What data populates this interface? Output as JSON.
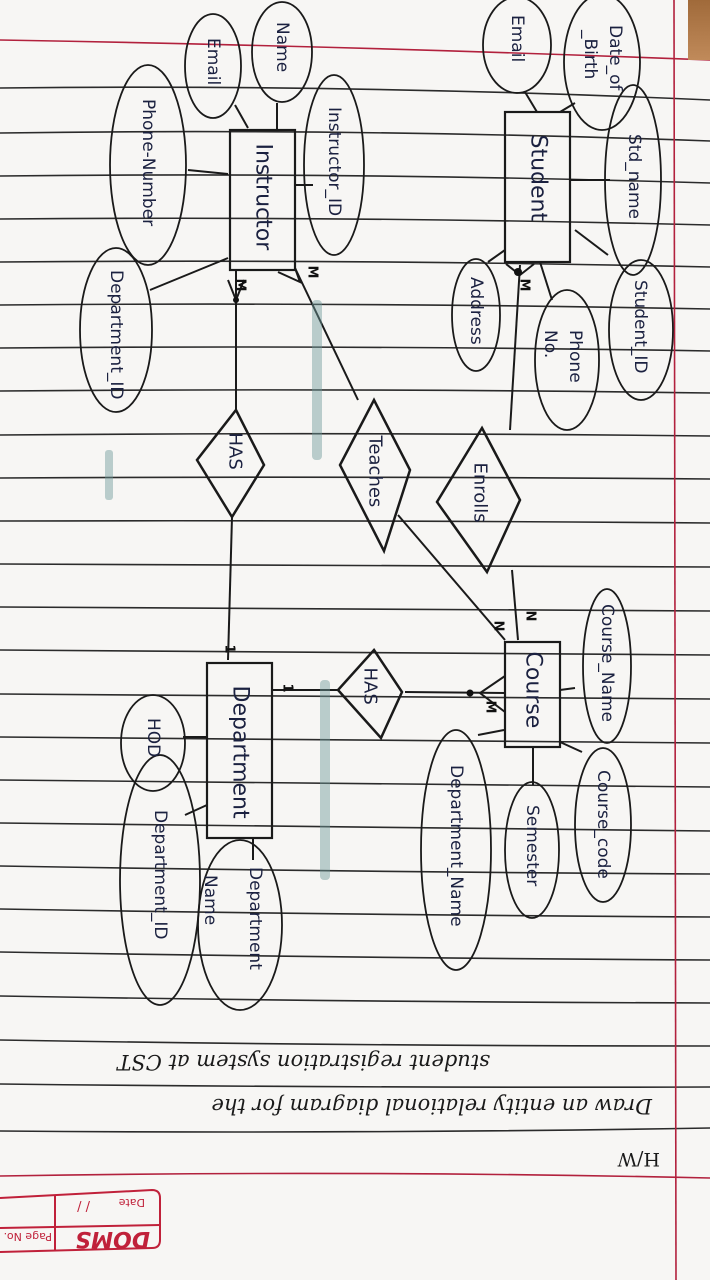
{
  "question": {
    "tag": "H/W",
    "line1": "Draw an entity relational diagram for the",
    "line2": "student registration system at CST"
  },
  "notebook": {
    "brand": "DOMS",
    "date_label": "Date",
    "page_label": "Page No.",
    "date_value": "/     /",
    "paper_line_color": "#2b2b2b",
    "margin_color": "#b2213d"
  },
  "entities": [
    {
      "id": "instructor",
      "label": "Instructor"
    },
    {
      "id": "student",
      "label": "Student"
    },
    {
      "id": "course",
      "label": "Course"
    },
    {
      "id": "department",
      "label": "Department"
    }
  ],
  "relationships": [
    {
      "id": "teaches",
      "label": "Teaches",
      "from": "Instructor",
      "to": "Course",
      "from_card": "M",
      "to_card": "N"
    },
    {
      "id": "enrolls",
      "label": "Enrolls",
      "from": "Student",
      "to": "Course",
      "from_card": "M",
      "to_card": "N"
    },
    {
      "id": "has_instructor_dept",
      "label": "HAS",
      "from": "Instructor",
      "to": "Department",
      "from_card": "M",
      "to_card": "1"
    },
    {
      "id": "has_dept_course",
      "label": "HAS",
      "from": "Department",
      "to": "Course",
      "from_card": "1",
      "to_card": "M"
    }
  ],
  "attributes": {
    "instructor": [
      "Name",
      "Email",
      "Instructor_ID",
      "Phone-Number",
      "Department_ID"
    ],
    "student": [
      "Email",
      "Date_of_Birth",
      "Std_name",
      "Student_ID",
      "Phone No.",
      "Address"
    ],
    "course": [
      "Course_Name",
      "Course_code",
      "Semester",
      "Department_Name"
    ],
    "department": [
      "HOD",
      "Department_ID",
      "Department Name"
    ]
  },
  "labels": {
    "instructor_name": "Name",
    "instructor_email": "Email",
    "instructor_id": "Instructor_ID",
    "instructor_phone": "Phone-Number",
    "instructor_dept_id": "Department_ID",
    "student_email": "Email",
    "student_dob_1": "Date_of",
    "student_dob_2": "_Birth",
    "student_name": "Std_name",
    "student_id": "Student_ID",
    "student_phone_1": "Phone",
    "student_phone_2": "No.",
    "student_address": "Address",
    "course_name": "Course_Name",
    "course_code": "Course_code",
    "course_semester": "Semester",
    "course_dept_name": "Department_Name",
    "dept_hod": "HOD",
    "dept_id": "Department_ID",
    "dept_name_1": "Department",
    "dept_name_2": "Name"
  },
  "cardinality": {
    "instructor_has": "M",
    "instructor_teaches": "M",
    "student_enrolls": "M",
    "course_enrolls": "N",
    "course_teaches": "N",
    "course_has": "M",
    "dept_has_top": "1",
    "dept_has_side": "1"
  }
}
